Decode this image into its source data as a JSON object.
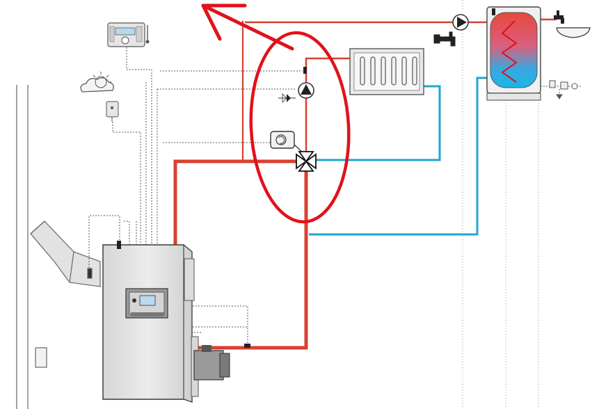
{
  "diagram": {
    "type": "heating-system-schematic",
    "labels": [],
    "colors": {
      "hot_pipe": "#d9412f",
      "cold_pipe": "#1ea6d6",
      "highlight": "#e0121b",
      "equipment_fill": "#e4e4e4",
      "equipment_stroke": "#444444",
      "wire": "#555555",
      "tank_hot": "#e8483a",
      "tank_cold": "#1ab6e8"
    },
    "components": [
      {
        "id": "boiler",
        "icon": "boiler-icon"
      },
      {
        "id": "flue",
        "icon": "flue-pipe-icon"
      },
      {
        "id": "chimney",
        "icon": "chimney-icon"
      },
      {
        "id": "burner",
        "icon": "burner-icon"
      },
      {
        "id": "controller",
        "icon": "controller-panel-icon"
      },
      {
        "id": "room-thermostat",
        "icon": "room-thermostat-icon"
      },
      {
        "id": "outdoor-sensor",
        "icon": "weather-sensor-icon"
      },
      {
        "id": "radiator",
        "icon": "radiator-icon"
      },
      {
        "id": "circulation-pump",
        "icon": "pump-icon"
      },
      {
        "id": "mixing-valve",
        "icon": "three-way-valve-icon"
      },
      {
        "id": "valve-actuator",
        "icon": "actuator-icon"
      },
      {
        "id": "dhw-tank",
        "icon": "hot-water-tank-icon"
      },
      {
        "id": "dhw-pump",
        "icon": "pump-icon"
      },
      {
        "id": "tap",
        "icon": "tap-icon"
      },
      {
        "id": "sink",
        "icon": "sink-icon"
      },
      {
        "id": "safety-valve",
        "icon": "safety-valve-icon"
      }
    ],
    "highlight": {
      "shape": "ellipse",
      "encloses": [
        "circulation-pump",
        "mixing-valve",
        "valve-actuator"
      ]
    },
    "arrow": {
      "direction": "up-left",
      "icon": "arrow-icon"
    }
  }
}
